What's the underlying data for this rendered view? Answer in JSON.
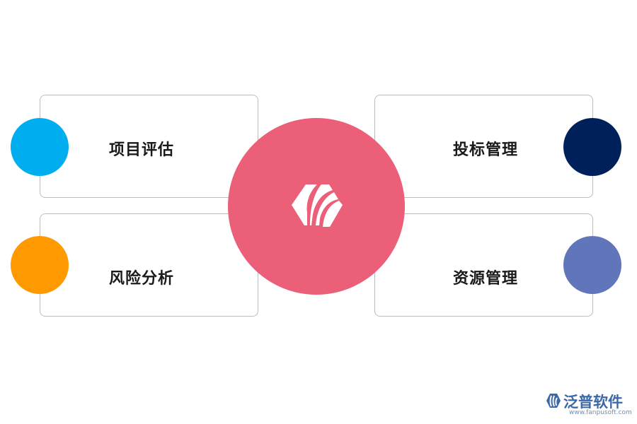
{
  "items": [
    {
      "label": "项目评估",
      "color": "#00aeef"
    },
    {
      "label": "风险分析",
      "color": "#ff9900"
    },
    {
      "label": "投标管理",
      "color": "#00205b"
    },
    {
      "label": "资源管理",
      "color": "#6176ba"
    }
  ],
  "center": {
    "color": "#ec5f78",
    "icon": "brand-logo-icon"
  },
  "brand": {
    "name": "泛普软件",
    "url": "www.fanpusoft.com",
    "color": "#3a68a8"
  }
}
